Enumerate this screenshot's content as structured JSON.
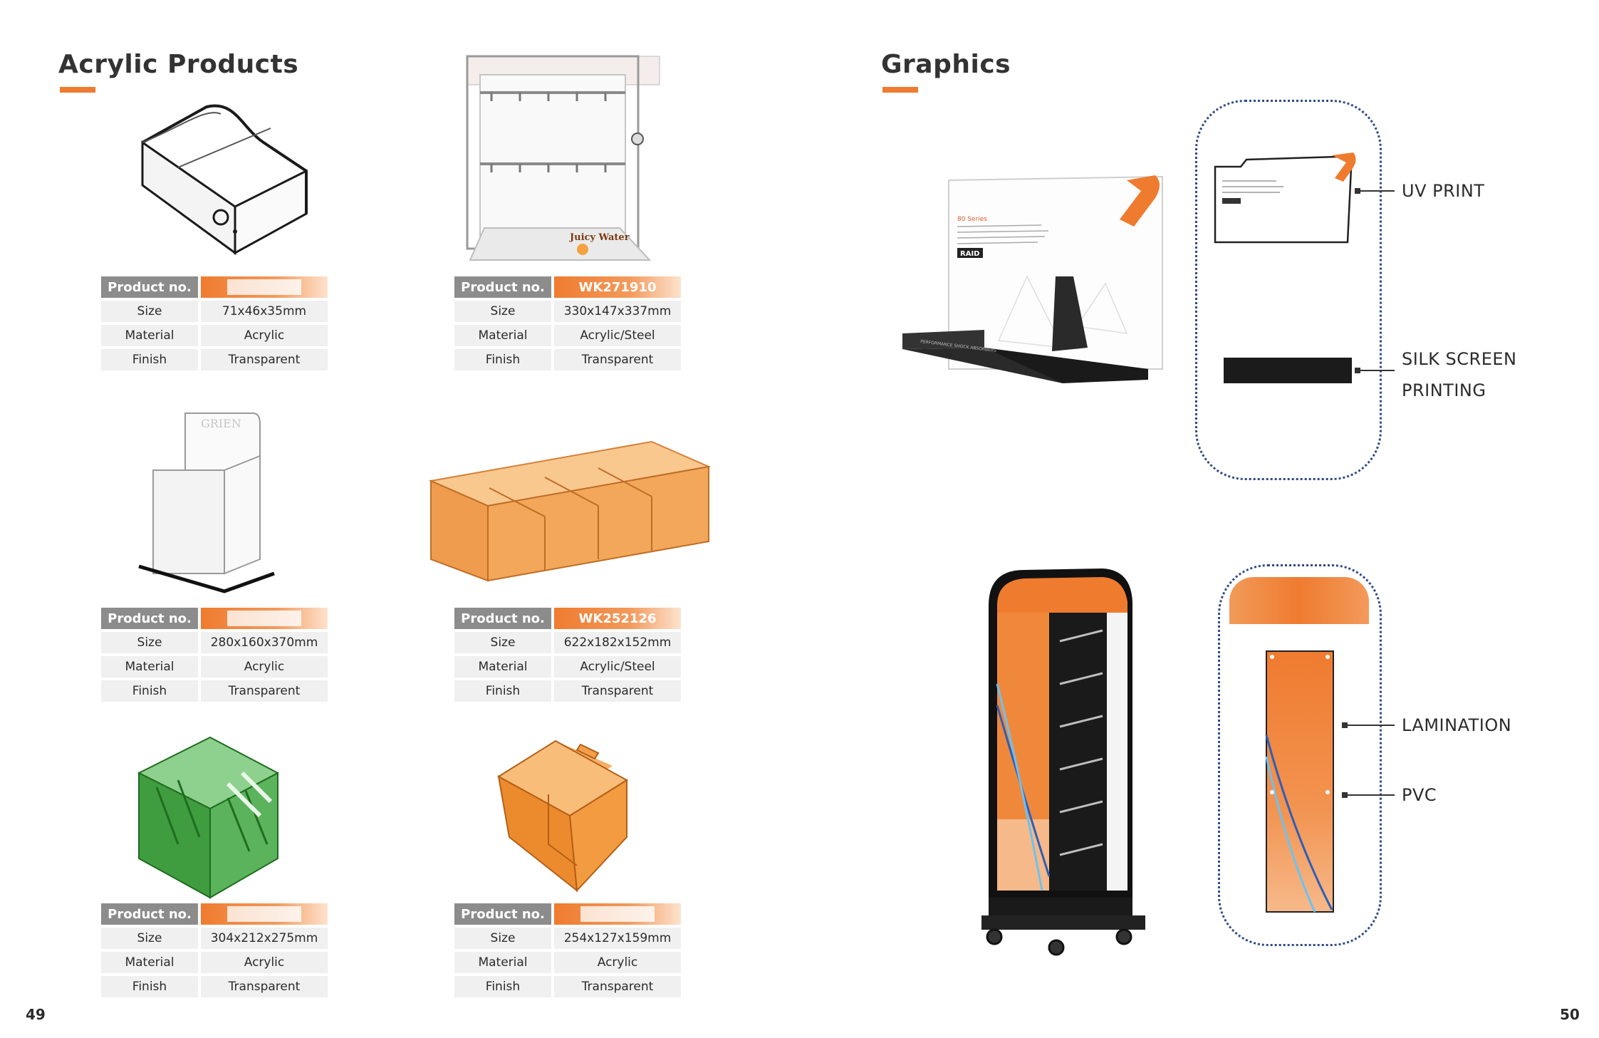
{
  "left_section": {
    "title": "Acrylic Products"
  },
  "right_section": {
    "title": "Graphics"
  },
  "spec_labels": {
    "product_no": "Product no.",
    "size": "Size",
    "material": "Material",
    "finish": "Finish"
  },
  "products": [
    {
      "product_no": "",
      "size": "71x46x35mm",
      "material": "Acrylic",
      "finish": "Transparent"
    },
    {
      "product_no": "WK271910",
      "size": "330x147x337mm",
      "material": "Acrylic/Steel",
      "finish": "Transparent"
    },
    {
      "product_no": "",
      "size": "280x160x370mm",
      "material": "Acrylic",
      "finish": "Transparent"
    },
    {
      "product_no": "WK252126",
      "size": "622x182x152mm",
      "material": "Acrylic/Steel",
      "finish": "Transparent"
    },
    {
      "product_no": "",
      "size": "304x212x275mm",
      "material": "Acrylic",
      "finish": "Transparent"
    },
    {
      "product_no": "",
      "size": "254x127x159mm",
      "material": "Acrylic",
      "finish": "Transparent"
    }
  ],
  "graphics_callouts": {
    "uv_print": "UV PRINT",
    "silk_screen_1": "SILK SCREEN",
    "silk_screen_2": "PRINTING",
    "lamination": "LAMINATION",
    "pvc": "PVC"
  },
  "product_image_text": {
    "juicy_water": "Juicy Water",
    "raid_logo": "RAID",
    "series_label": "80 Series",
    "base_strip": "PERFORMANCE SHOCK ABSORBERS",
    "holder_brand": "GRIEN"
  },
  "page_numbers": {
    "left": "49",
    "right": "50"
  },
  "colors": {
    "accent": "#ef7b2f",
    "title_text": "#333333",
    "label_gray": "#8c8c8c",
    "cell_bg": "#f0f0f0",
    "dotted_border": "#2f4a86"
  }
}
